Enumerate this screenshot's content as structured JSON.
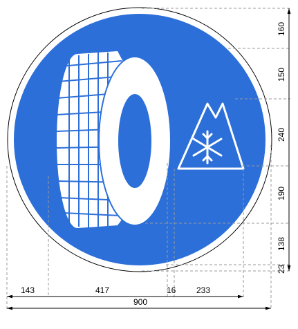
{
  "sign": {
    "background_color": "#2c6fd9",
    "ring_color": "#ffffff",
    "outline_color": "#000000",
    "symbol_color": "#ffffff",
    "icons": [
      "tire-icon",
      "mountain-snowflake-icon"
    ]
  },
  "dimensions": {
    "vertical": [
      "160",
      "150",
      "240",
      "190",
      "138",
      "23"
    ],
    "horizontal": [
      "143",
      "417",
      "16",
      "233"
    ],
    "total_width": "900"
  }
}
